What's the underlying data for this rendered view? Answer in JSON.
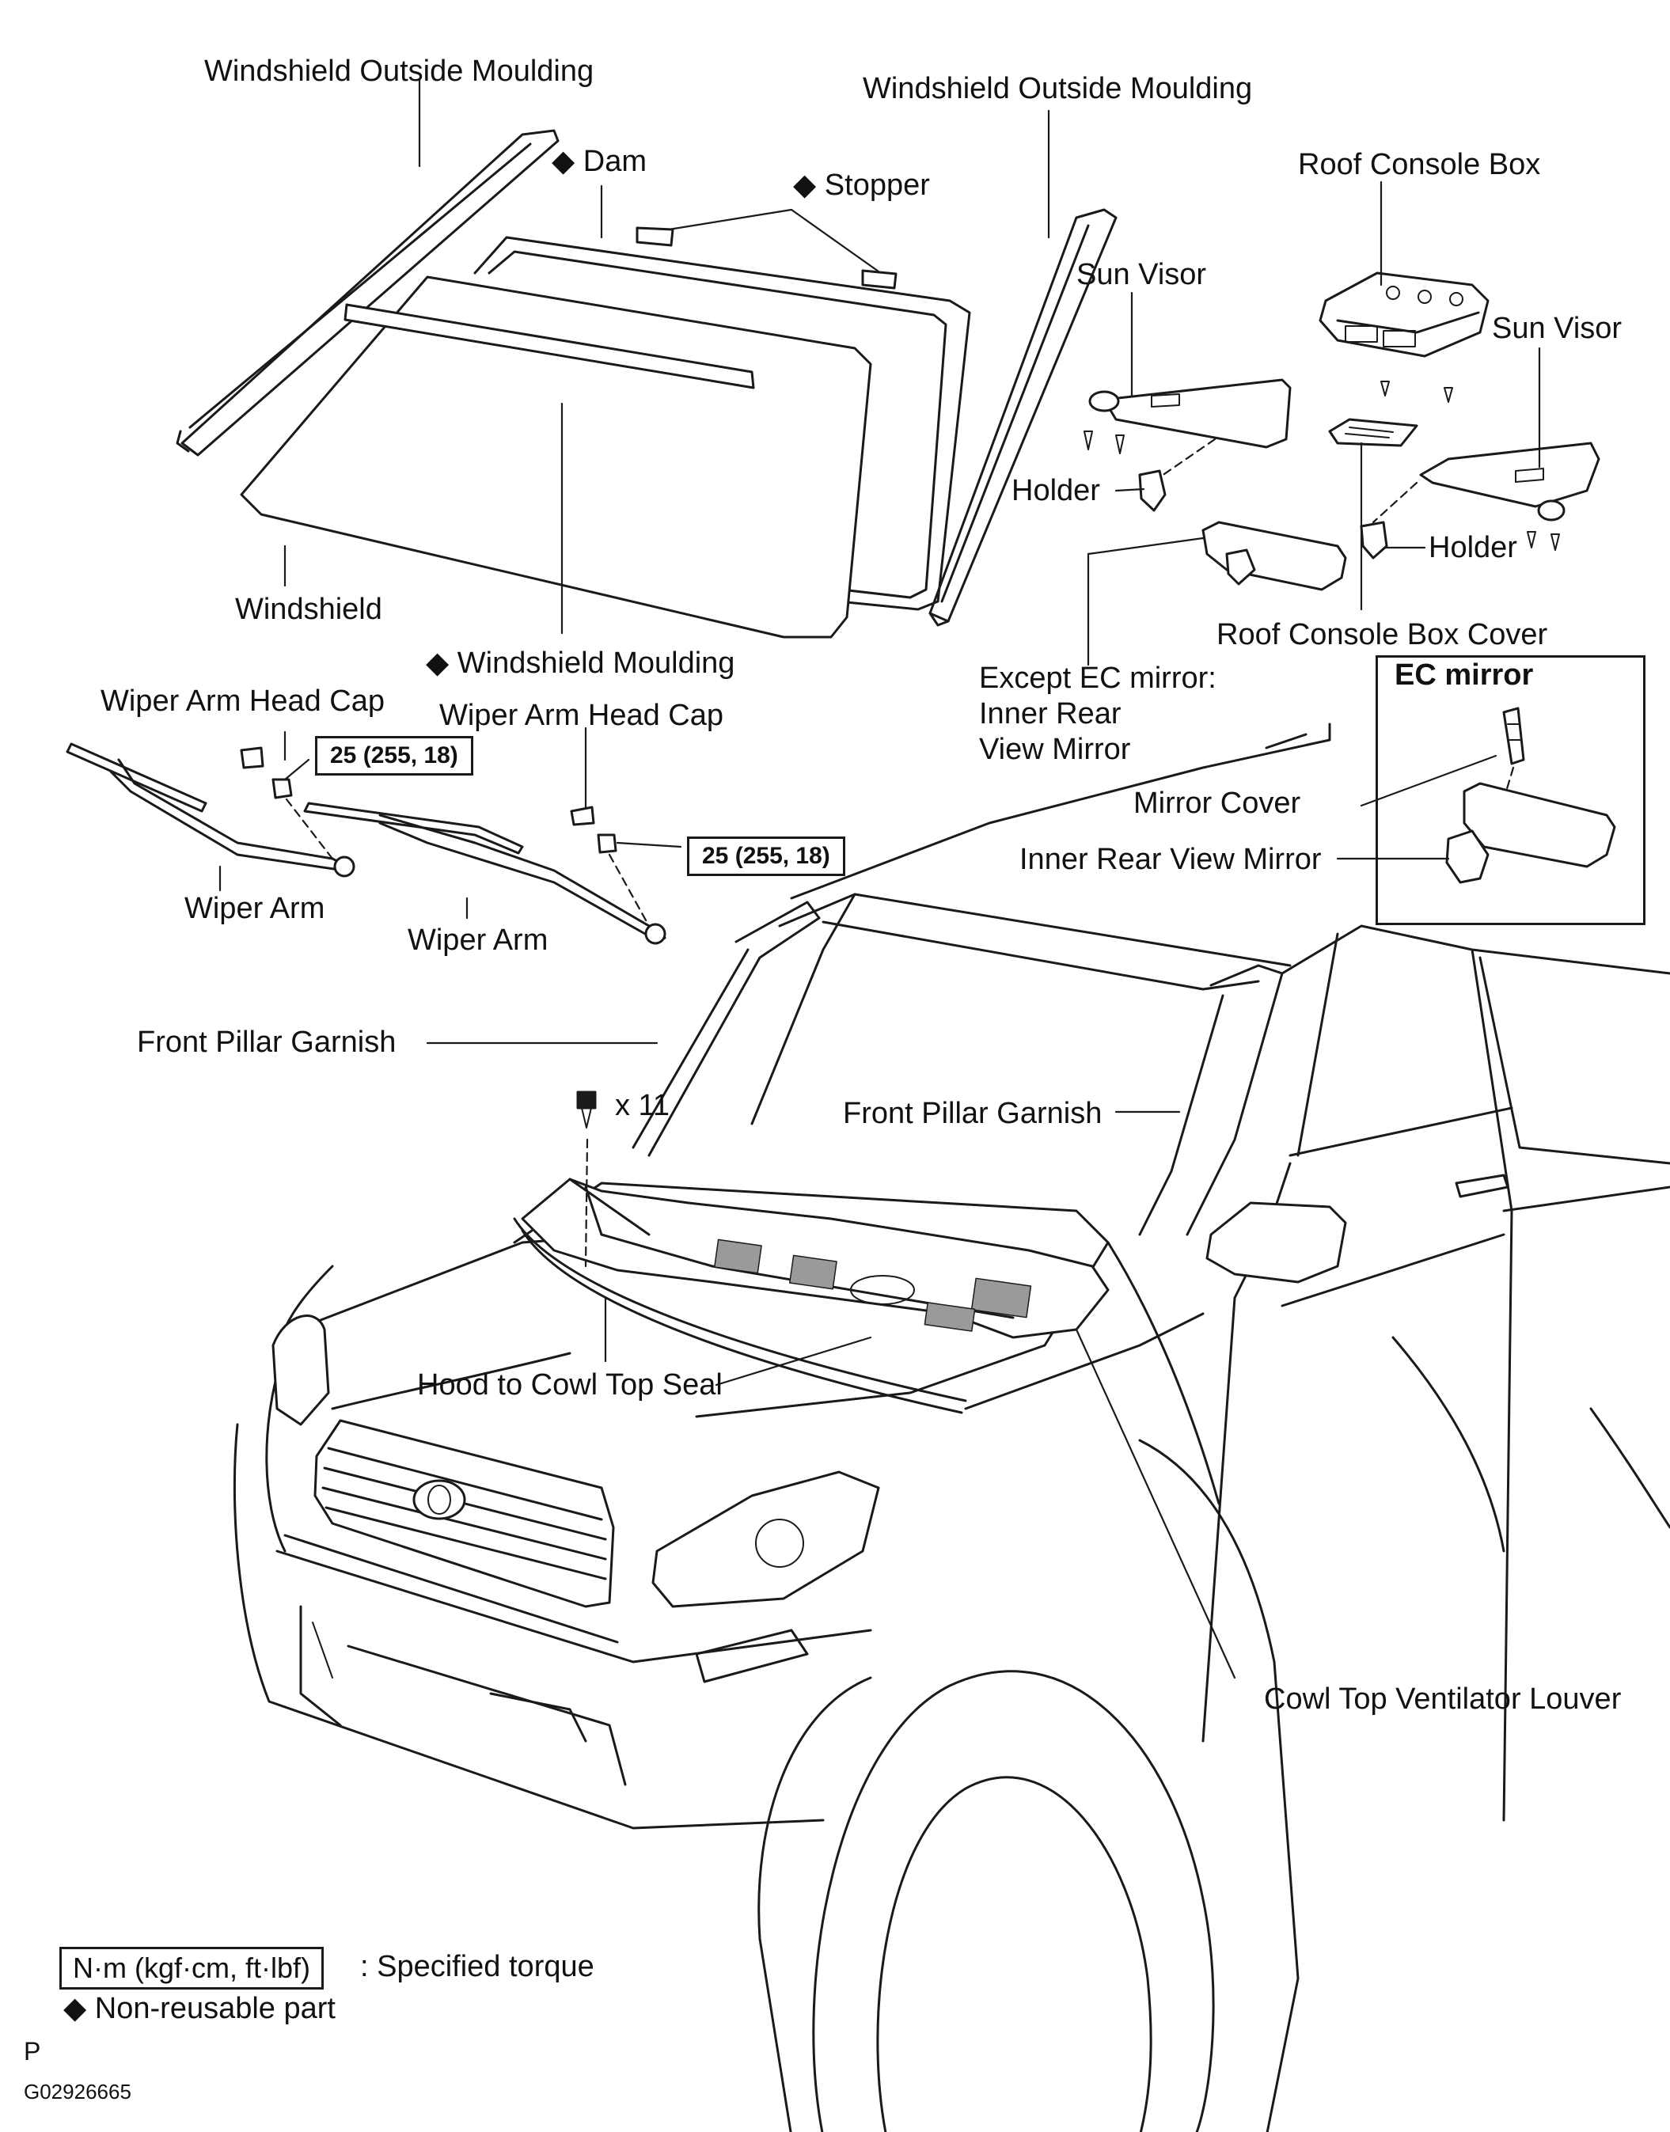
{
  "labels": {
    "ws_outside_moulding_left": "Windshield Outside Moulding",
    "ws_outside_moulding_right": "Windshield Outside Moulding",
    "dam": "Dam",
    "stopper": "Stopper",
    "roof_console_box": "Roof Console Box",
    "sun_visor_left": "Sun Visor",
    "sun_visor_right": "Sun Visor",
    "holder_left": "Holder",
    "holder_right": "Holder",
    "windshield": "Windshield",
    "windshield_moulding": "Windshield Moulding",
    "roof_console_box_cover": "Roof Console Box Cover",
    "except_ec_line1": "Except EC mirror:",
    "except_ec_line2": "Inner Rear",
    "except_ec_line3": "View Mirror",
    "wiper_head_cap_left": "Wiper Arm Head Cap",
    "wiper_head_cap_right": "Wiper Arm Head Cap",
    "wiper_arm_left": "Wiper Arm",
    "wiper_arm_right": "Wiper Arm",
    "mirror_cover": "Mirror Cover",
    "inner_rear_view_mirror": "Inner Rear View Mirror",
    "front_pillar_garnish_left": "Front Pillar Garnish",
    "front_pillar_garnish_right": "Front Pillar Garnish",
    "clip_count": "x 11",
    "hood_to_cowl_seal": "Hood to Cowl Top Seal",
    "cowl_louver": "Cowl Top Ventilator Louver"
  },
  "inset": {
    "title": "EC mirror"
  },
  "torque": {
    "left": "25 (255, 18)",
    "right": "25 (255, 18)"
  },
  "legend": {
    "torque_units": "N·m (kgf·cm, ft·lbf)",
    "torque_desc": ": Specified torque",
    "non_reusable_symbol": "◆",
    "non_reusable_desc": "Non-reusable part"
  },
  "markers": {
    "non_reusable": "◆"
  },
  "footer": {
    "letter": "P",
    "figure_id": "G02926665"
  }
}
